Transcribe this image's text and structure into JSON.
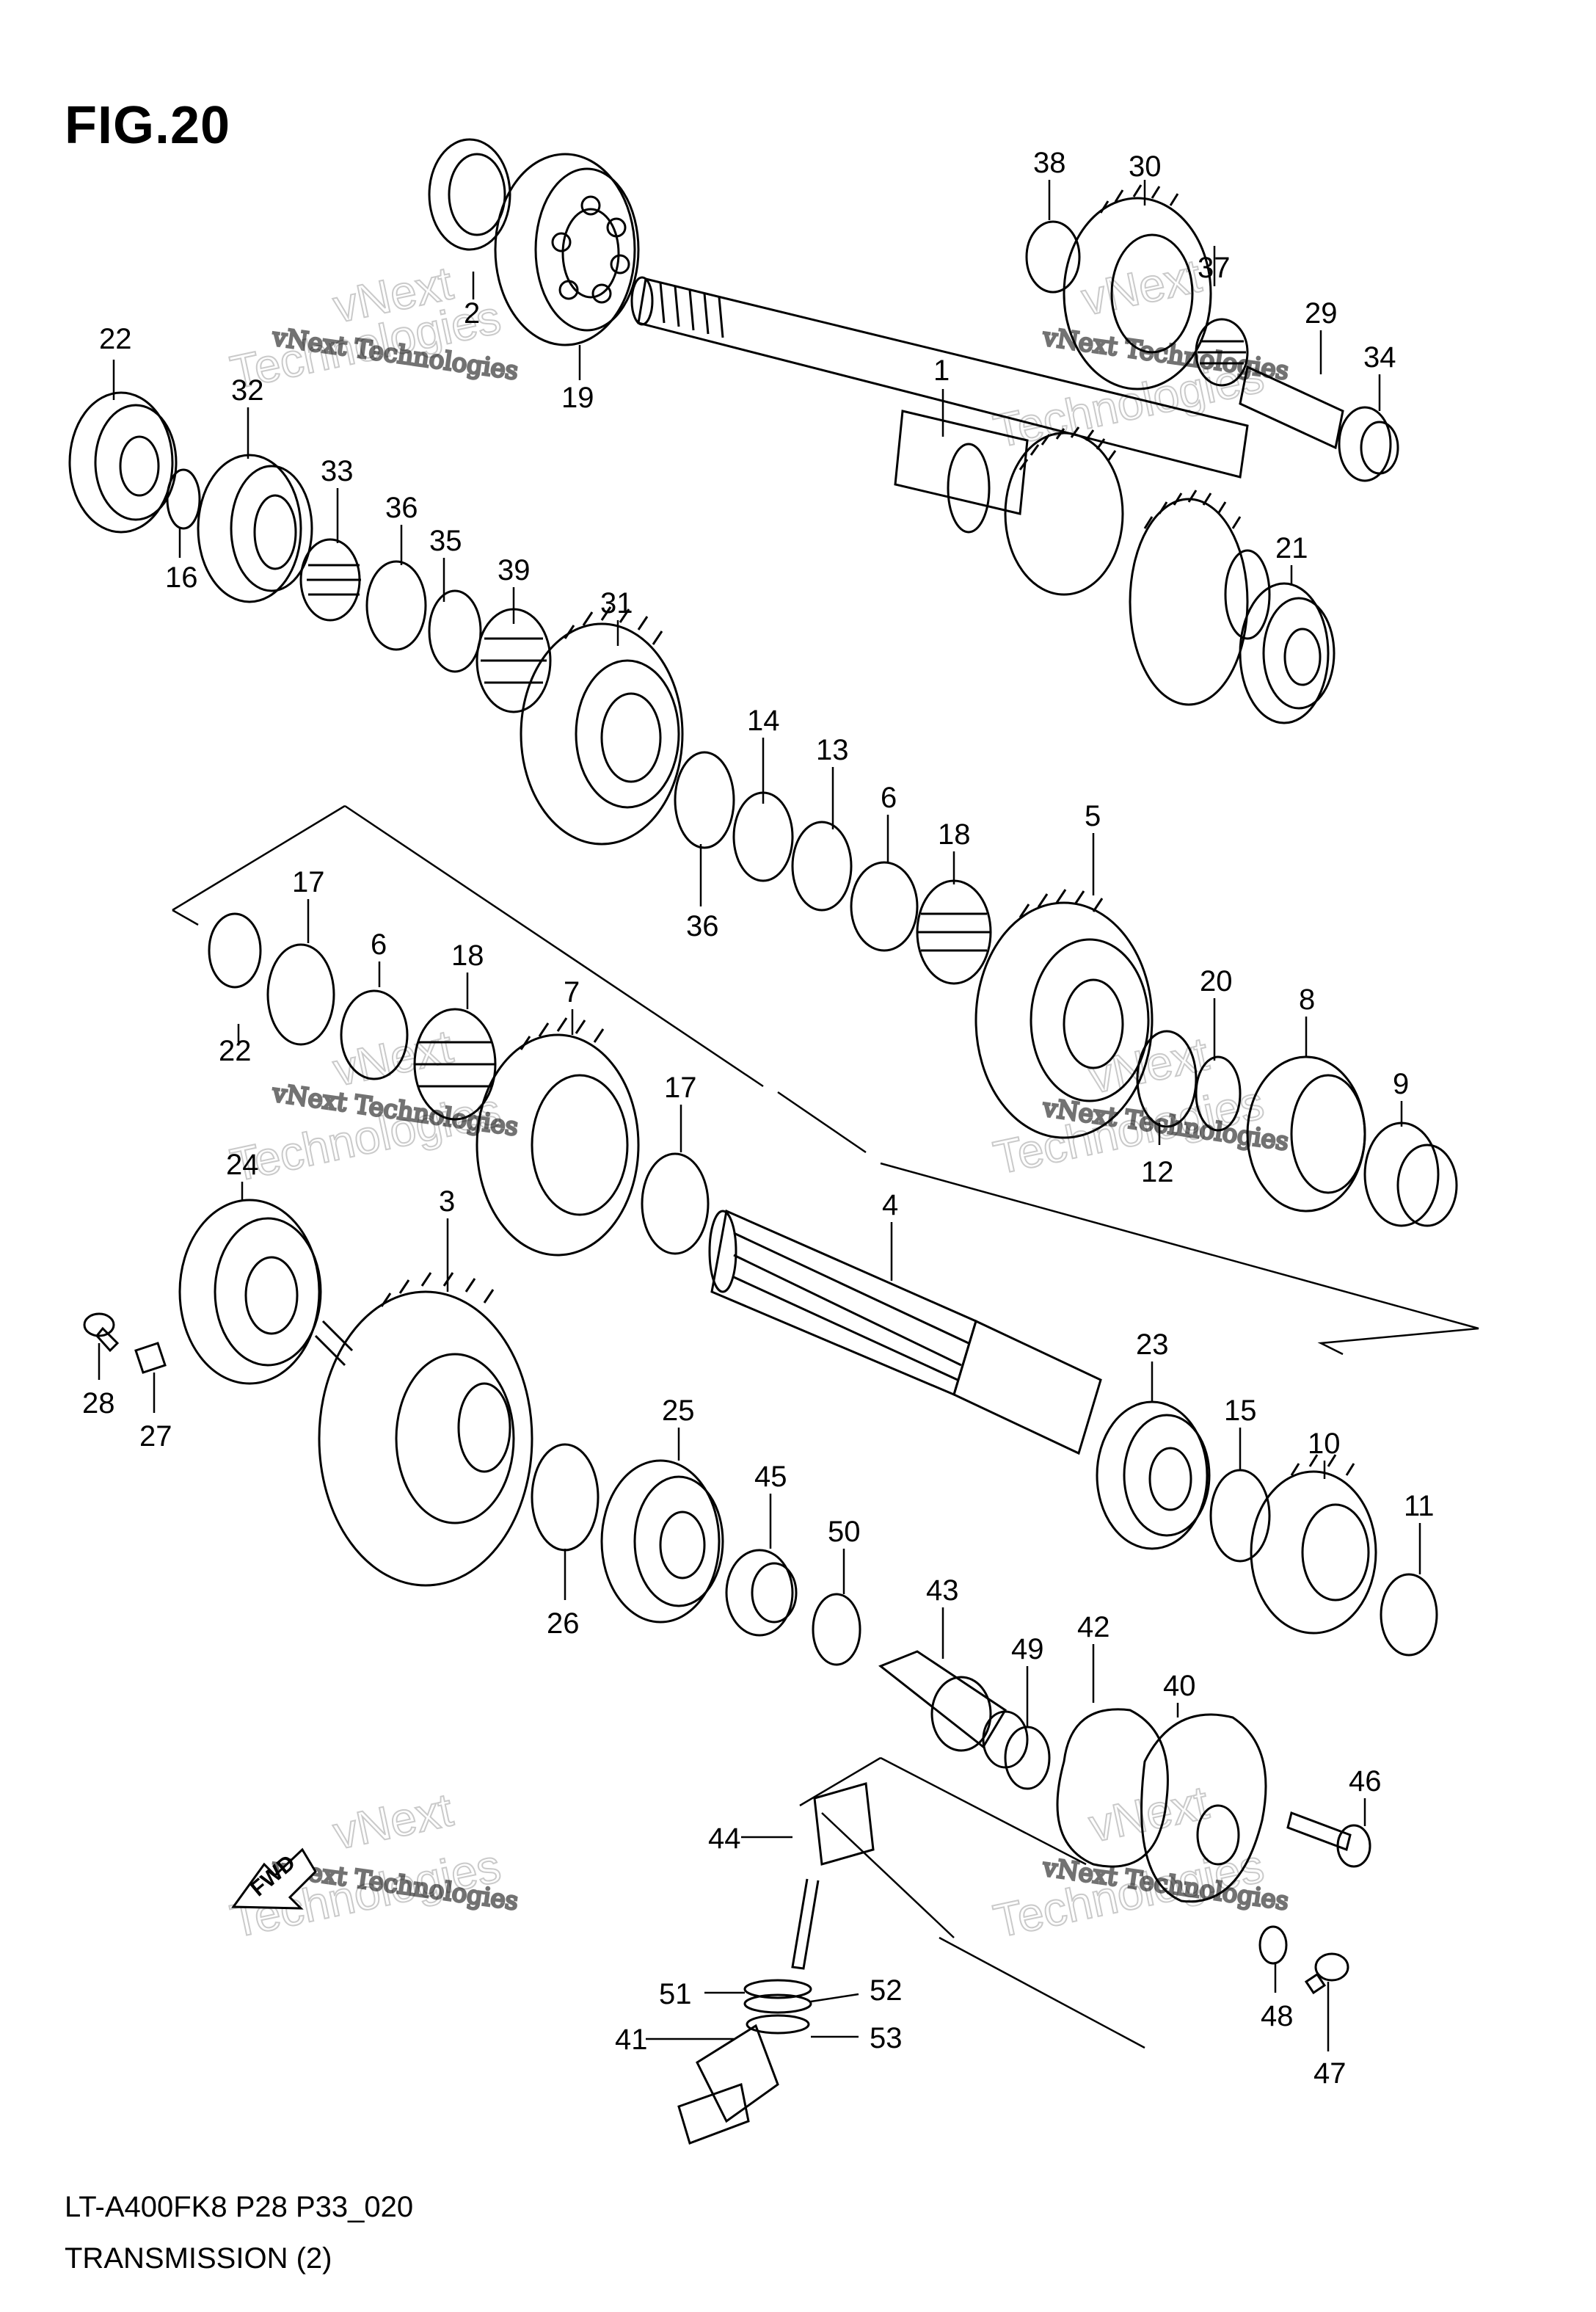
{
  "figure": {
    "title": "FIG.20",
    "model_code": "LT-A400FK8 P28 P33_020",
    "section_name": "TRANSMISSION (2)",
    "watermark_line1": "vNext",
    "watermark_line2": "Technologies",
    "watermark_small": "vNext Technologies",
    "fwd_label": "FWD"
  },
  "callouts": {
    "n1": "1",
    "n2": "2",
    "n3": "3",
    "n4": "4",
    "n5": "5",
    "n6a": "6",
    "n6b": "6",
    "n7": "7",
    "n8": "8",
    "n9": "9",
    "n10": "10",
    "n11": "11",
    "n12": "12",
    "n13": "13",
    "n14": "14",
    "n15": "15",
    "n16": "16",
    "n17a": "17",
    "n17b": "17",
    "n18a": "18",
    "n18b": "18",
    "n19": "19",
    "n20": "20",
    "n21": "21",
    "n22a": "22",
    "n22b": "22",
    "n23": "23",
    "n24": "24",
    "n25": "25",
    "n26": "26",
    "n27": "27",
    "n28": "28",
    "n29": "29",
    "n30": "30",
    "n31": "31",
    "n32": "32",
    "n33": "33",
    "n34": "34",
    "n35": "35",
    "n36a": "36",
    "n36b": "36",
    "n37": "37",
    "n38": "38",
    "n39": "39",
    "n40": "40",
    "n41": "41",
    "n42": "42",
    "n43": "43",
    "n44": "44",
    "n45": "45",
    "n46": "46",
    "n47": "47",
    "n48": "48",
    "n49": "49",
    "n50": "50",
    "n51": "51",
    "n52": "52",
    "n53": "53"
  }
}
